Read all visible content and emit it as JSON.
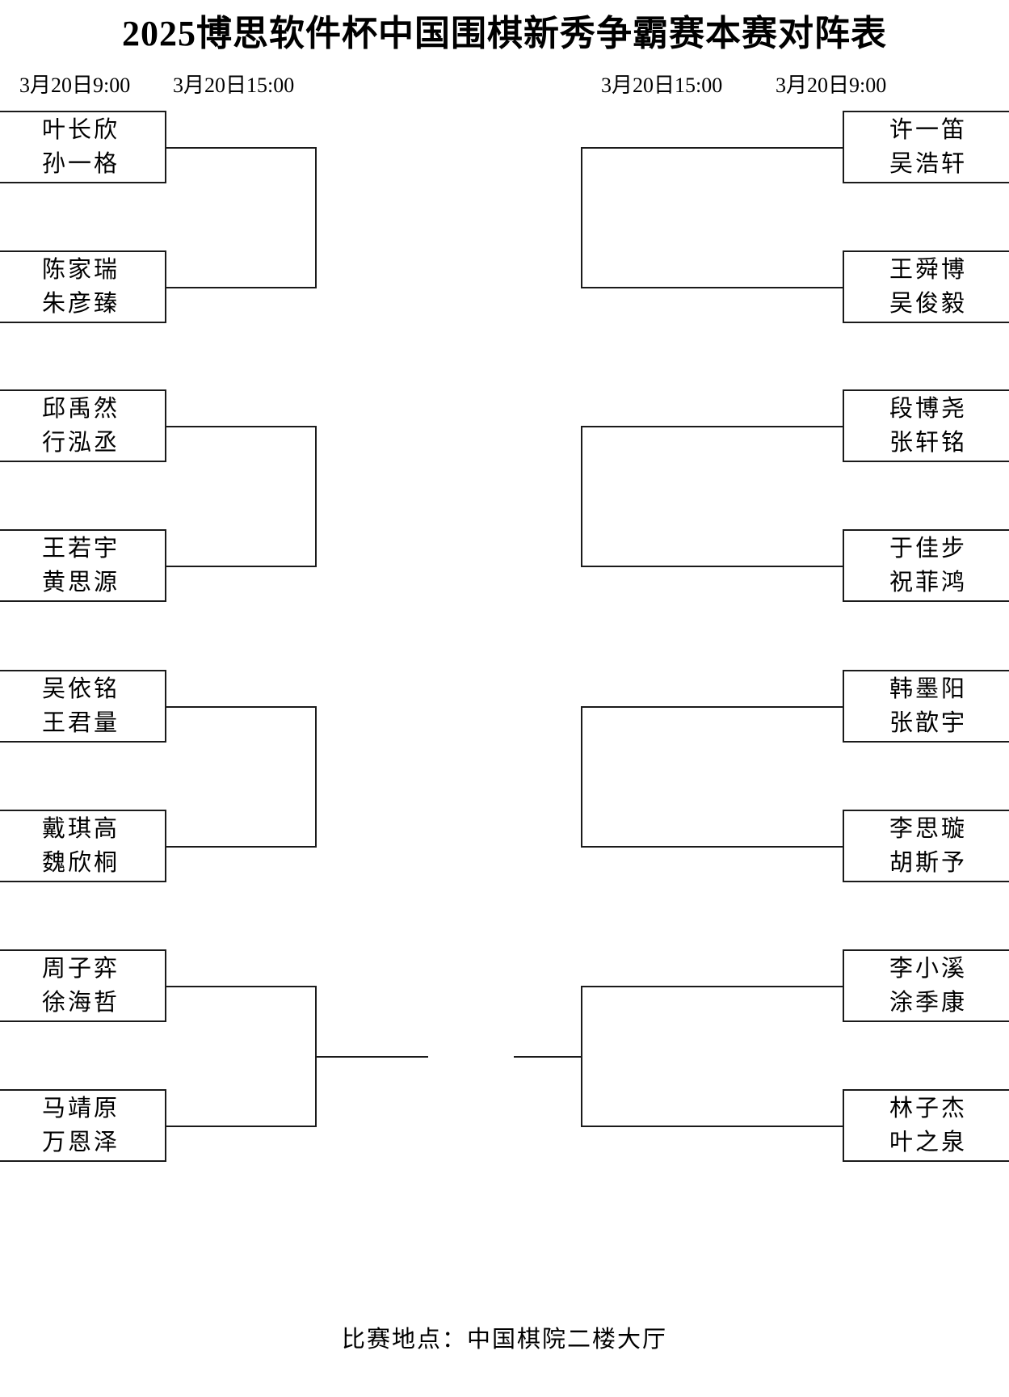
{
  "title": "2025博思软件杯中国围棋新秀争霸赛本赛对阵表",
  "footer": "比赛地点：中国棋院二楼大厅",
  "rounds": {
    "left_round1": "3月20日9:00",
    "left_round2": "3月20日15:00",
    "right_round2": "3月20日15:00",
    "right_round1": "3月20日9:00"
  },
  "left_matches": [
    {
      "player1": "叶长欣",
      "player2": "孙一格"
    },
    {
      "player1": "陈家瑞",
      "player2": "朱彦臻"
    },
    {
      "player1": "邱禹然",
      "player2": "行泓丞"
    },
    {
      "player1": "王若宇",
      "player2": "黄思源"
    },
    {
      "player1": "吴依铭",
      "player2": "王君量"
    },
    {
      "player1": "戴琪高",
      "player2": "魏欣桐"
    },
    {
      "player1": "周子弈",
      "player2": "徐海哲"
    },
    {
      "player1": "马靖原",
      "player2": "万恩泽"
    }
  ],
  "right_matches": [
    {
      "player1": "许一笛",
      "player2": "吴浩轩"
    },
    {
      "player1": "王舜博",
      "player2": "吴俊毅"
    },
    {
      "player1": "段博尧",
      "player2": "张轩铭"
    },
    {
      "player1": "于佳步",
      "player2": "祝菲鸿"
    },
    {
      "player1": "韩墨阳",
      "player2": "张歆宇"
    },
    {
      "player1": "李思璇",
      "player2": "胡斯予"
    },
    {
      "player1": "李小溪",
      "player2": "涂季康"
    },
    {
      "player1": "林子杰",
      "player2": "叶之泉"
    }
  ],
  "colors": {
    "line": "#1a1a1a",
    "background": "#ffffff",
    "text": "#000000"
  }
}
